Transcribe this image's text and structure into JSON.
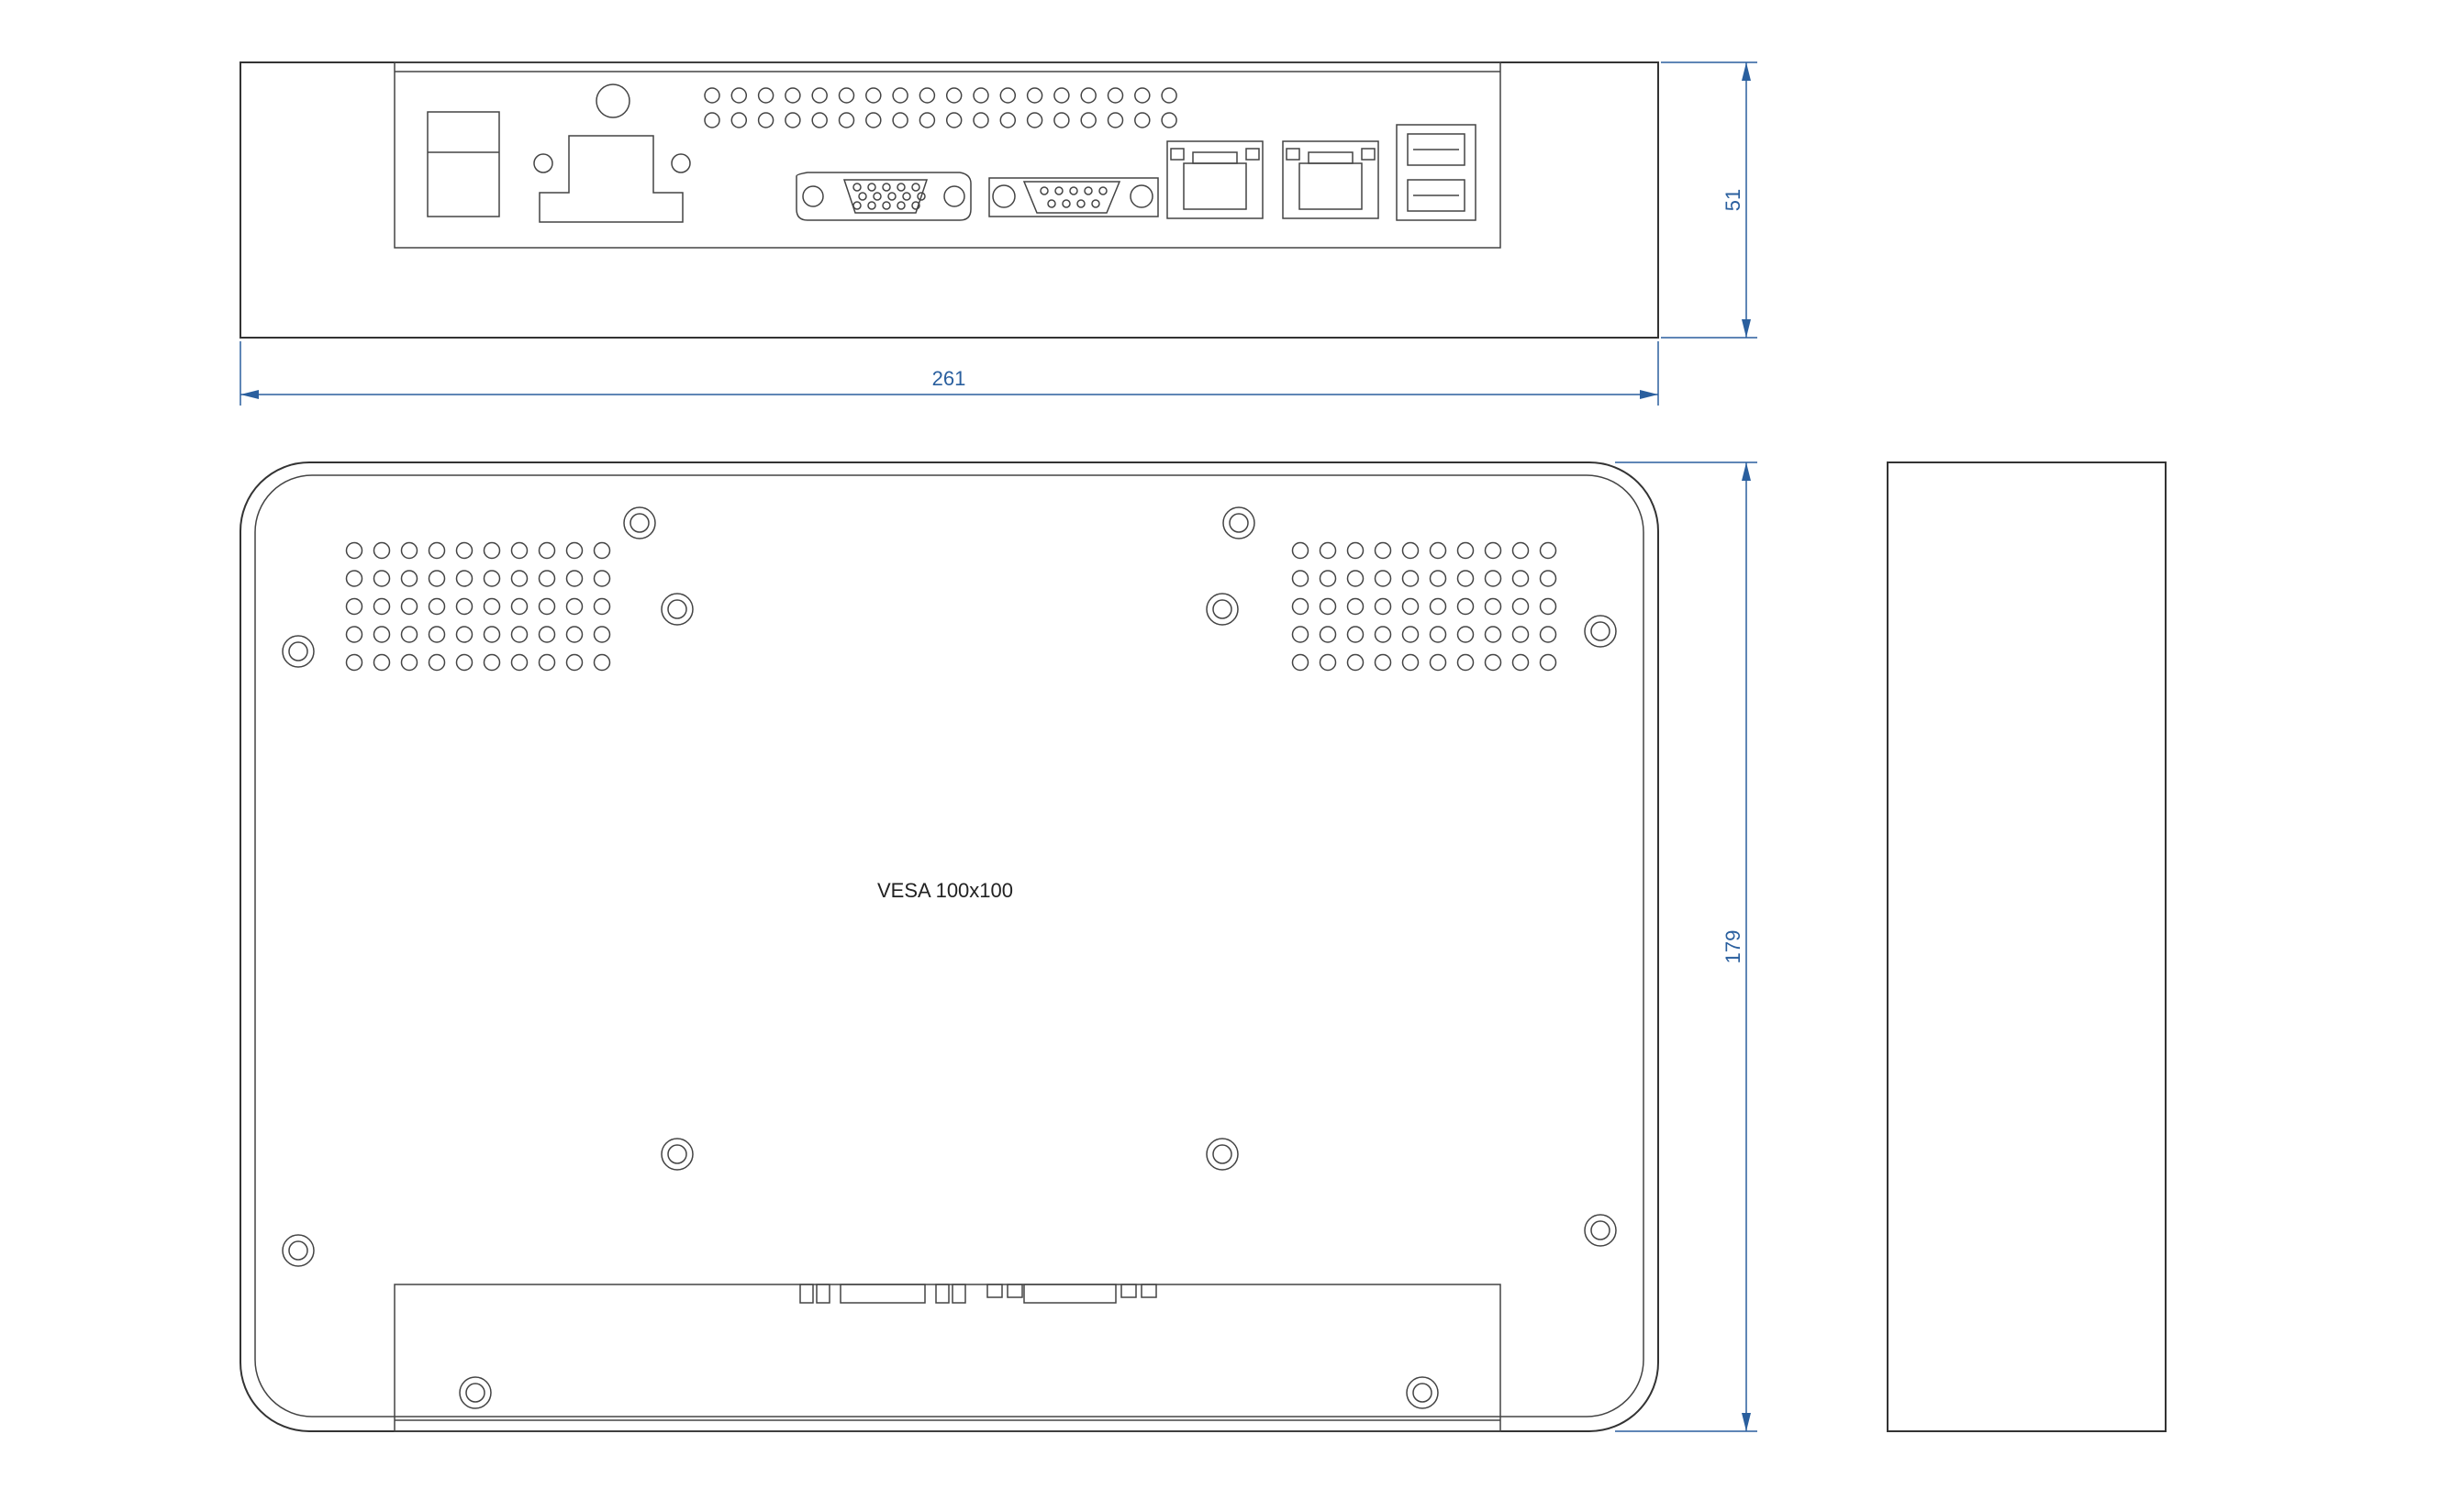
{
  "dimensions": {
    "width": "261",
    "height_top_view": "51",
    "height_back_view": "179"
  },
  "labels": {
    "vesa": "VESA 100x100"
  },
  "colors": {
    "dimension": "#2a5f9e",
    "outline": "#333333",
    "background": "#ffffff"
  }
}
